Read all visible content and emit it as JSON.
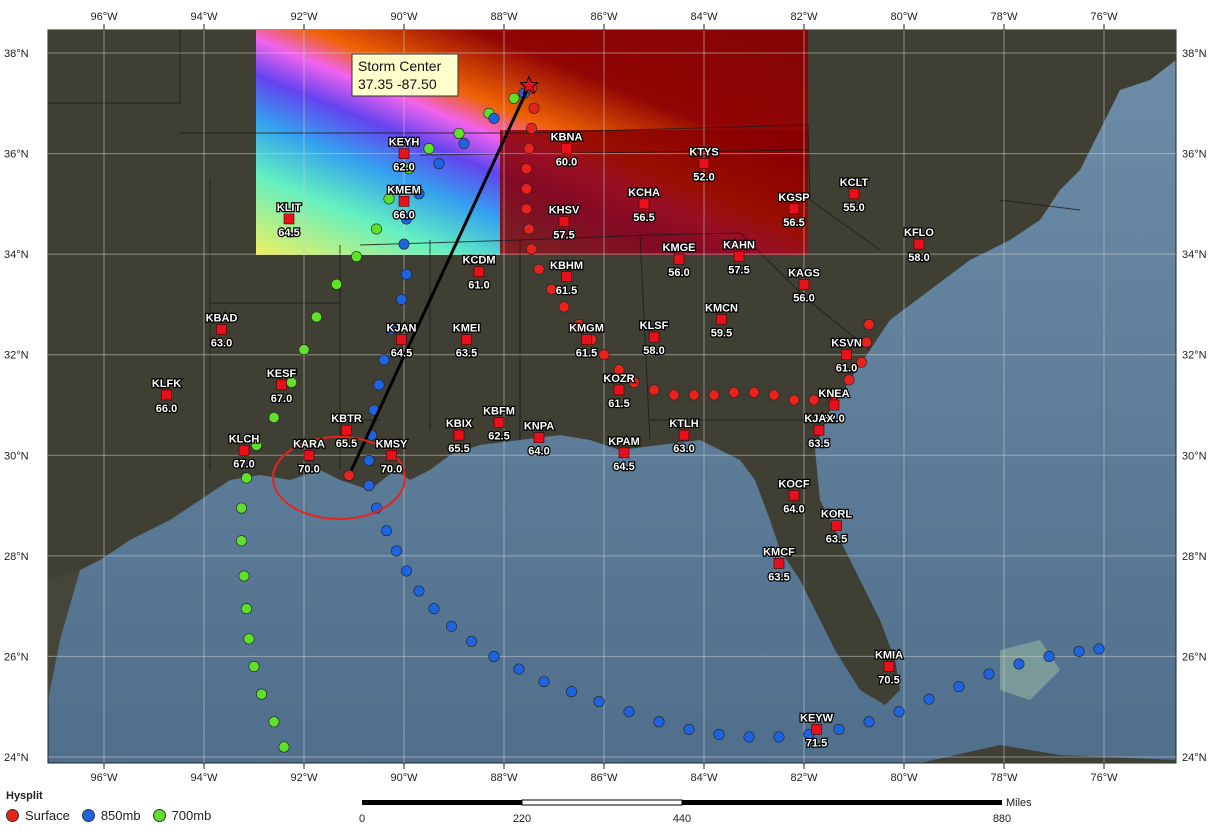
{
  "map": {
    "lon_ticks": [
      "96°W",
      "94°W",
      "92°W",
      "90°W",
      "88°W",
      "86°W",
      "84°W",
      "82°W",
      "80°W",
      "78°W",
      "76°W"
    ],
    "lat_ticks": [
      "38°N",
      "36°N",
      "34°N",
      "32°N",
      "30°N",
      "28°N",
      "26°N",
      "24°N"
    ],
    "lon_values": [
      -96,
      -94,
      -92,
      -90,
      -88,
      -86,
      -84,
      -82,
      -80,
      -78,
      -76
    ],
    "lat_values": [
      38,
      36,
      34,
      32,
      30,
      28,
      26,
      24
    ],
    "colors": {
      "surface": "#e8231e",
      "mb850": "#1e63e0",
      "mb700": "#5fe02a",
      "station": "#e8101a",
      "storm_line": "#000000",
      "circle": "#e8231e"
    }
  },
  "storm": {
    "label_line1": "Storm Center",
    "label_line2": "37.35 -87.50",
    "lat": 37.35,
    "lon": -87.5
  },
  "stations": [
    {
      "code": "KEYH",
      "value": "62.0",
      "lon": -90.0,
      "lat": 36.0
    },
    {
      "code": "KBNA",
      "value": "60.0",
      "lon": -86.75,
      "lat": 36.1
    },
    {
      "code": "KTYS",
      "value": "52.0",
      "lon": -84.0,
      "lat": 35.8
    },
    {
      "code": "KCLT",
      "value": "55.0",
      "lon": -81.0,
      "lat": 35.2
    },
    {
      "code": "KLIT",
      "value": "64.5",
      "lon": -92.3,
      "lat": 34.7
    },
    {
      "code": "KMEM",
      "value": "66.0",
      "lon": -90.0,
      "lat": 35.05
    },
    {
      "code": "KCHA",
      "value": "56.5",
      "lon": -85.2,
      "lat": 35.0
    },
    {
      "code": "KGSP",
      "value": "56.5",
      "lon": -82.2,
      "lat": 34.9
    },
    {
      "code": "KHSV",
      "value": "57.5",
      "lon": -86.8,
      "lat": 34.65
    },
    {
      "code": "KFLO",
      "value": "58.0",
      "lon": -79.7,
      "lat": 34.2
    },
    {
      "code": "KMGE",
      "value": "56.0",
      "lon": -84.5,
      "lat": 33.9
    },
    {
      "code": "KAHN",
      "value": "57.5",
      "lon": -83.3,
      "lat": 33.95
    },
    {
      "code": "KCDM",
      "value": "61.0",
      "lon": -88.5,
      "lat": 33.65
    },
    {
      "code": "KBHM",
      "value": "61.5",
      "lon": -86.75,
      "lat": 33.55
    },
    {
      "code": "KAGS",
      "value": "56.0",
      "lon": -82.0,
      "lat": 33.4
    },
    {
      "code": "KBAD",
      "value": "63.0",
      "lon": -93.65,
      "lat": 32.5
    },
    {
      "code": "KMCN",
      "value": "59.5",
      "lon": -83.65,
      "lat": 32.7
    },
    {
      "code": "KJAN",
      "value": "64.5",
      "lon": -90.05,
      "lat": 32.3
    },
    {
      "code": "KMEI",
      "value": "63.5",
      "lon": -88.75,
      "lat": 32.3
    },
    {
      "code": "KMGM",
      "value": "61.5",
      "lon": -86.35,
      "lat": 32.3
    },
    {
      "code": "KLSF",
      "value": "58.0",
      "lon": -85.0,
      "lat": 32.35
    },
    {
      "code": "KSVN",
      "value": "61.0",
      "lon": -81.15,
      "lat": 32.0
    },
    {
      "code": "KLFK",
      "value": "66.0",
      "lon": -94.75,
      "lat": 31.2
    },
    {
      "code": "KESF",
      "value": "67.0",
      "lon": -92.45,
      "lat": 31.4
    },
    {
      "code": "KOZR",
      "value": "61.5",
      "lon": -85.7,
      "lat": 31.3
    },
    {
      "code": "KNEA",
      "value": "62.0",
      "lon": -81.4,
      "lat": 31.0
    },
    {
      "code": "KBTR",
      "value": "65.5",
      "lon": -91.15,
      "lat": 30.5
    },
    {
      "code": "KBIX",
      "value": "65.5",
      "lon": -88.9,
      "lat": 30.4
    },
    {
      "code": "KBFM",
      "value": "62.5",
      "lon": -88.1,
      "lat": 30.65
    },
    {
      "code": "KNPA",
      "value": "64.0",
      "lon": -87.3,
      "lat": 30.35
    },
    {
      "code": "KJAX",
      "value": "63.5",
      "lon": -81.7,
      "lat": 30.5
    },
    {
      "code": "KLCH",
      "value": "67.0",
      "lon": -93.2,
      "lat": 30.1
    },
    {
      "code": "KARA",
      "value": "70.0",
      "lon": -91.9,
      "lat": 30.0
    },
    {
      "code": "KMSY",
      "value": "70.0",
      "lon": -90.25,
      "lat": 30.0
    },
    {
      "code": "KPAM",
      "value": "64.5",
      "lon": -85.6,
      "lat": 30.05
    },
    {
      "code": "KTLH",
      "value": "63.0",
      "lon": -84.4,
      "lat": 30.4
    },
    {
      "code": "KOCF",
      "value": "64.0",
      "lon": -82.2,
      "lat": 29.2
    },
    {
      "code": "KORL",
      "value": "63.5",
      "lon": -81.35,
      "lat": 28.6
    },
    {
      "code": "KMCF",
      "value": "63.5",
      "lon": -82.5,
      "lat": 27.85
    },
    {
      "code": "KMIA",
      "value": "70.5",
      "lon": -80.3,
      "lat": 25.8
    },
    {
      "code": "KEYW",
      "value": "71.5",
      "lon": -81.75,
      "lat": 24.55
    }
  ],
  "trajectories": {
    "surface": [
      [
        -87.45,
        37.3
      ],
      [
        -87.4,
        36.9
      ],
      [
        -87.45,
        36.5
      ],
      [
        -87.5,
        36.1
      ],
      [
        -87.55,
        35.7
      ],
      [
        -87.55,
        35.3
      ],
      [
        -87.55,
        34.9
      ],
      [
        -87.5,
        34.5
      ],
      [
        -87.45,
        34.1
      ],
      [
        -87.3,
        33.7
      ],
      [
        -87.05,
        33.3
      ],
      [
        -86.8,
        32.95
      ],
      [
        -86.5,
        32.6
      ],
      [
        -86.25,
        32.3
      ],
      [
        -86.0,
        32.0
      ],
      [
        -85.7,
        31.7
      ],
      [
        -85.4,
        31.45
      ],
      [
        -85.0,
        31.3
      ],
      [
        -84.6,
        31.2
      ],
      [
        -84.2,
        31.2
      ],
      [
        -83.8,
        31.2
      ],
      [
        -83.4,
        31.25
      ],
      [
        -83.0,
        31.25
      ],
      [
        -82.6,
        31.2
      ],
      [
        -82.2,
        31.1
      ],
      [
        -81.8,
        31.1
      ],
      [
        -81.4,
        31.2
      ],
      [
        -81.1,
        31.5
      ],
      [
        -80.85,
        31.85
      ],
      [
        -80.75,
        32.25
      ],
      [
        -80.7,
        32.6
      ]
    ],
    "mb850": [
      [
        -87.6,
        37.2
      ],
      [
        -88.2,
        36.7
      ],
      [
        -88.8,
        36.2
      ],
      [
        -89.3,
        35.8
      ],
      [
        -89.7,
        35.2
      ],
      [
        -89.95,
        34.7
      ],
      [
        -90.0,
        34.2
      ],
      [
        -89.95,
        33.6
      ],
      [
        -90.05,
        33.1
      ],
      [
        -90.25,
        32.5
      ],
      [
        -90.4,
        31.9
      ],
      [
        -90.5,
        31.4
      ],
      [
        -90.6,
        30.9
      ],
      [
        -90.65,
        30.4
      ],
      [
        -90.7,
        29.9
      ],
      [
        -90.7,
        29.4
      ],
      [
        -90.55,
        28.95
      ],
      [
        -90.35,
        28.5
      ],
      [
        -90.15,
        28.1
      ],
      [
        -89.95,
        27.7
      ],
      [
        -89.7,
        27.3
      ],
      [
        -89.4,
        26.95
      ],
      [
        -89.05,
        26.6
      ],
      [
        -88.65,
        26.3
      ],
      [
        -88.2,
        26.0
      ],
      [
        -87.7,
        25.75
      ],
      [
        -87.2,
        25.5
      ],
      [
        -86.65,
        25.3
      ],
      [
        -86.1,
        25.1
      ],
      [
        -85.5,
        24.9
      ],
      [
        -84.9,
        24.7
      ],
      [
        -84.3,
        24.55
      ],
      [
        -83.7,
        24.45
      ],
      [
        -83.1,
        24.4
      ],
      [
        -82.5,
        24.4
      ],
      [
        -81.9,
        24.45
      ],
      [
        -81.3,
        24.55
      ],
      [
        -80.7,
        24.7
      ],
      [
        -80.1,
        24.9
      ],
      [
        -79.5,
        25.15
      ],
      [
        -78.9,
        25.4
      ],
      [
        -78.3,
        25.65
      ],
      [
        -77.7,
        25.85
      ],
      [
        -77.1,
        26.0
      ],
      [
        -76.5,
        26.1
      ],
      [
        -76.1,
        26.15
      ]
    ],
    "mb700": [
      [
        -87.8,
        37.1
      ],
      [
        -88.3,
        36.8
      ],
      [
        -88.9,
        36.4
      ],
      [
        -89.5,
        36.1
      ],
      [
        -89.9,
        35.7
      ],
      [
        -90.3,
        35.1
      ],
      [
        -90.55,
        34.5
      ],
      [
        -90.95,
        33.95
      ],
      [
        -91.35,
        33.4
      ],
      [
        -91.75,
        32.75
      ],
      [
        -92.0,
        32.1
      ],
      [
        -92.25,
        31.45
      ],
      [
        -92.6,
        30.75
      ],
      [
        -92.95,
        30.2
      ],
      [
        -93.15,
        29.55
      ],
      [
        -93.25,
        28.95
      ],
      [
        -93.25,
        28.3
      ],
      [
        -93.2,
        27.6
      ],
      [
        -93.15,
        26.95
      ],
      [
        -93.1,
        26.35
      ],
      [
        -93.0,
        25.8
      ],
      [
        -92.85,
        25.25
      ],
      [
        -92.6,
        24.7
      ],
      [
        -92.4,
        24.2
      ]
    ]
  },
  "legend": {
    "title": "Hysplit",
    "items": [
      {
        "label": "Surface",
        "color": "#e8231e"
      },
      {
        "label": "850mb",
        "color": "#1e63e0"
      },
      {
        "label": "700mb",
        "color": "#5fe02a"
      }
    ]
  },
  "scalebar": {
    "unit": "Miles",
    "labels": [
      "0",
      "220",
      "440",
      "880"
    ]
  }
}
